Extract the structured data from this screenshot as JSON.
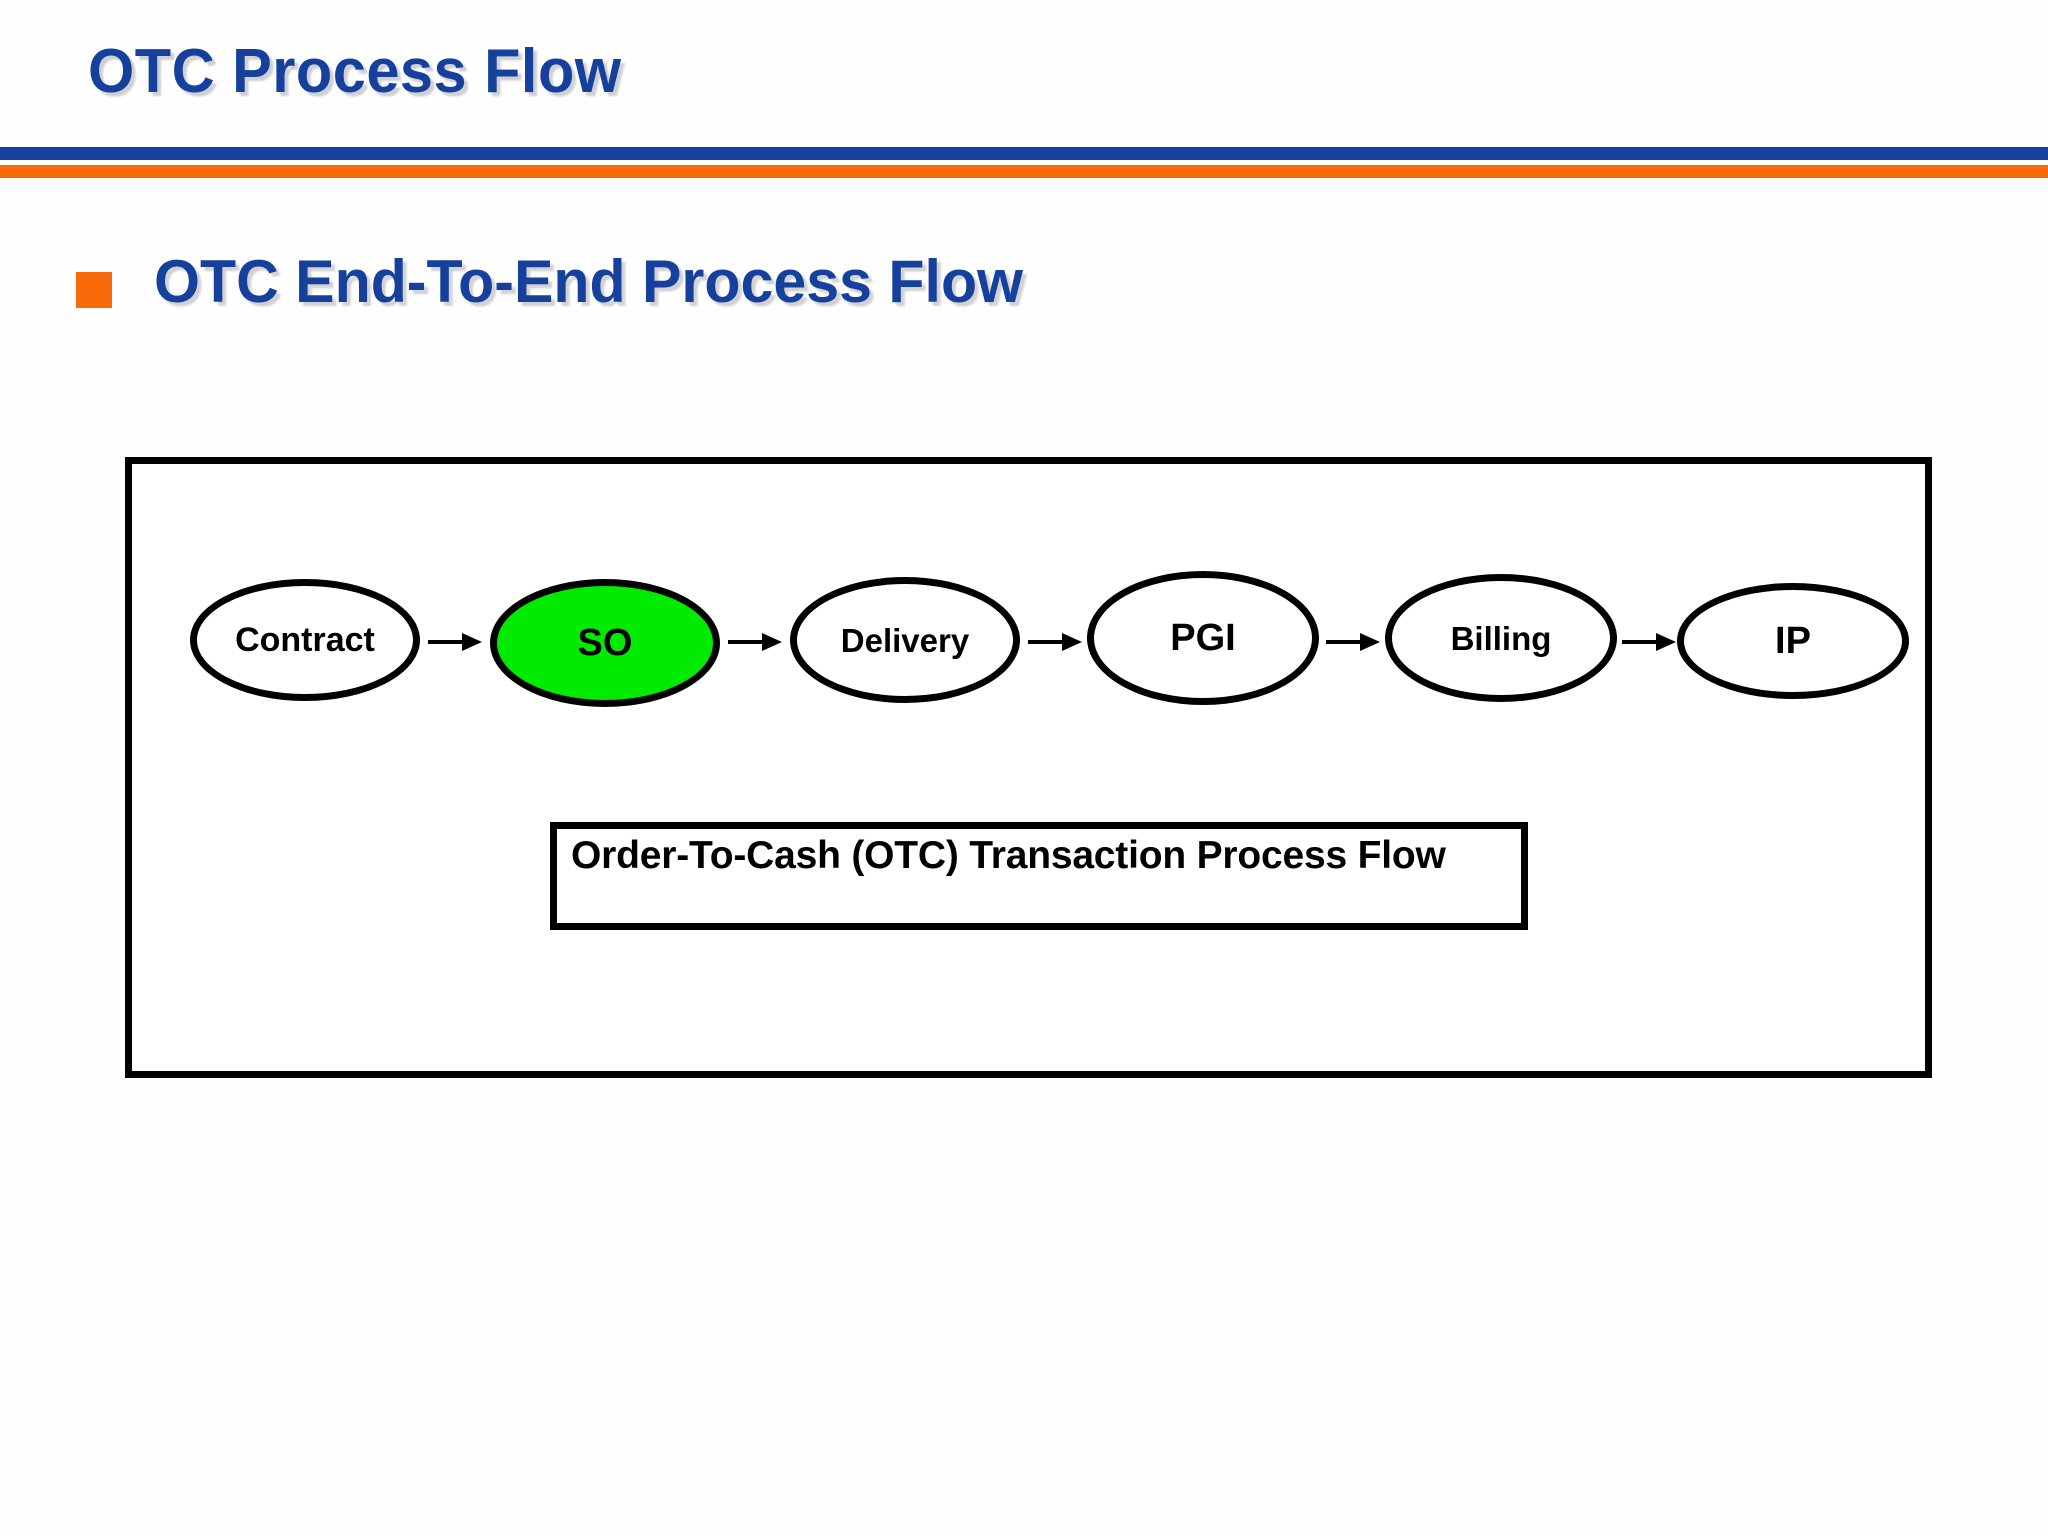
{
  "slide": {
    "title": "OTC Process Flow",
    "heading": "OTC End-To-End Process Flow",
    "bullet_marker_icon": "orange-square-bullet-icon"
  },
  "theme": {
    "title_blue": "#15409B",
    "accent_orange": "#F96A0A",
    "highlight_green": "#00EB00",
    "outline_black": "#000000",
    "background": "#FFFFFF"
  },
  "diagram": {
    "caption": "Order-To-Cash (OTC) Transaction Process Flow",
    "nodes": [
      {
        "id": "contract",
        "label": "Contract",
        "highlighted": false
      },
      {
        "id": "so",
        "label": "SO",
        "highlighted": true
      },
      {
        "id": "delivery",
        "label": "Delivery",
        "highlighted": false
      },
      {
        "id": "pgi",
        "label": "PGI",
        "highlighted": false
      },
      {
        "id": "billing",
        "label": "Billing",
        "highlighted": false
      },
      {
        "id": "ip",
        "label": "IP",
        "highlighted": false
      }
    ],
    "connectors": [
      {
        "from": "contract",
        "to": "so",
        "icon": "arrow-right-icon"
      },
      {
        "from": "so",
        "to": "delivery",
        "icon": "arrow-right-icon"
      },
      {
        "from": "delivery",
        "to": "pgi",
        "icon": "arrow-right-icon"
      },
      {
        "from": "pgi",
        "to": "billing",
        "icon": "arrow-right-icon"
      },
      {
        "from": "billing",
        "to": "ip",
        "icon": "arrow-right-icon"
      }
    ]
  }
}
